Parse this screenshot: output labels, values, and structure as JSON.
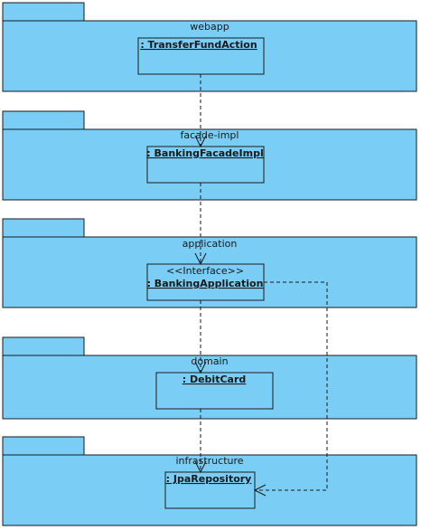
{
  "packages": [
    {
      "name": "webapp"
    },
    {
      "name": "facade-impl"
    },
    {
      "name": "application"
    },
    {
      "name": "domain"
    },
    {
      "name": "infrastructure"
    }
  ],
  "objects": [
    {
      "label": ": TransferFundAction"
    },
    {
      "label": ": BankingFacadeImpl"
    },
    {
      "label": ": BankingApplication",
      "stereotype": "<<Interface>>"
    },
    {
      "label": ": DebitCard"
    },
    {
      "label": ": JpaRepository"
    }
  ],
  "colors": {
    "fill": "#7acdf4",
    "stroke": "#1a1a1a"
  }
}
